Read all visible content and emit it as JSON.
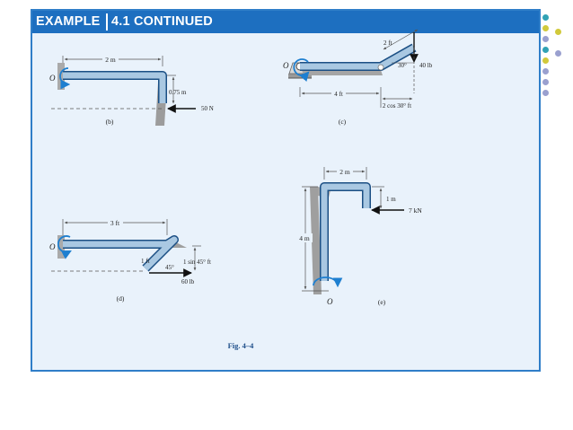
{
  "header": {
    "example_label": "EXAMPLE",
    "example_number": "4.1 CONTINUED"
  },
  "colors": {
    "header_bg": "#1d6fc0",
    "panel_bg": "#e9f2fb",
    "panel_border": "#2f7ec8",
    "rod": "#a9c8e2",
    "rod_edge": "#1b4f84",
    "shadow": "#9c9c9c",
    "moment_arrow": "#1e7fd0"
  },
  "decoration": {
    "dot_colors": [
      "#31a2b4",
      "#d1c93b",
      "#9aa0cf",
      "#31a2b4",
      "#d1c93b",
      "#d1c93b",
      "#9aa0cf",
      "#9aa0cf",
      "#9aa0cf",
      "#9aa0cf"
    ]
  },
  "figures": {
    "b": {
      "caption": "(b)",
      "origin_label": "O",
      "length_label": "2 m",
      "offset_label": "0.75 m",
      "force_label": "50 N"
    },
    "c": {
      "caption": "(c)",
      "origin_label": "O",
      "top_length_label": "2 ft",
      "angle_label": "30°",
      "force_label": "40 lb",
      "length_label": "4 ft",
      "horizontal_label": "2 cos 30° ft"
    },
    "d": {
      "caption": "(d)",
      "origin_label": "O",
      "length_label": "3 ft",
      "segment_label": "1 ft",
      "angle_label": "45°",
      "vertical_label": "1 sin 45° ft",
      "force_label": "60 lb"
    },
    "e": {
      "caption": "(e)",
      "origin_label": "O",
      "width_label": "2 m",
      "drop_label": "1 m",
      "height_label": "4 m",
      "force_label": "7 kN"
    }
  },
  "figure_caption": "Fig. 4–4"
}
